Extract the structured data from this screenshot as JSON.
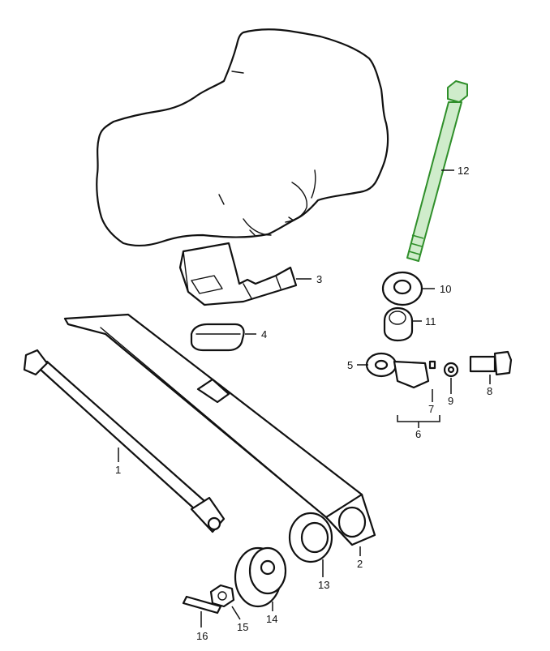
{
  "callouts": {
    "p1": "1",
    "p2": "2",
    "p3": "3",
    "p4": "4",
    "p5": "5",
    "p6": "6",
    "p7": "7",
    "p8": "8",
    "p9": "9",
    "p10": "10",
    "p11": "11",
    "p12": "12",
    "p13": "13",
    "p14": "14",
    "p15": "15",
    "p16": "16"
  },
  "colors": {
    "line": "#111111",
    "highlight_fill": "#cfeccb",
    "highlight_stroke": "#2f8f2a"
  },
  "highlighted_part": "12"
}
